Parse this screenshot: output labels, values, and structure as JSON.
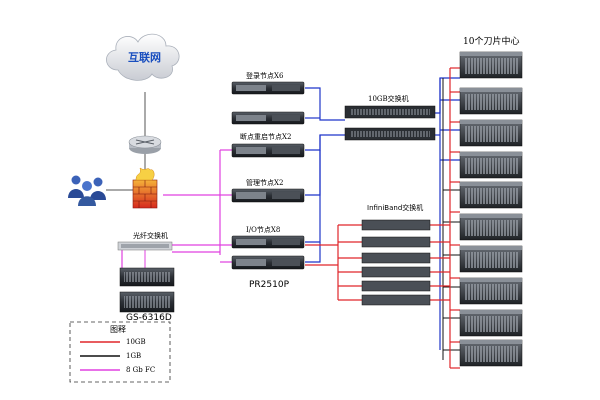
{
  "cloud_label": "互联网",
  "blade_title": "10个刀片中心",
  "login_label": "登录节点X6",
  "checkpoint_label": "断点重启节点X2",
  "mgmt_label": "管理节点X2",
  "io_label": "I/O节点X8",
  "pr_label": "PR2510P",
  "switch10g_label": "10GB交换机",
  "ib_label": "InfiniBand交换机",
  "fc_switch_label": "光纤交换机",
  "storage_label": "GS-6316D",
  "legend": {
    "title": "图释",
    "items": [
      {
        "label": "10GB",
        "color": "#e0262a"
      },
      {
        "label": "1GB",
        "color": "#111111"
      },
      {
        "label": "8 Gb  FC",
        "color": "#e040e0"
      }
    ]
  },
  "colors": {
    "line_10gb": "#e0262a",
    "line_1gb": "#111111",
    "line_fc": "#e040e0",
    "line_blue": "#1f35c9"
  }
}
